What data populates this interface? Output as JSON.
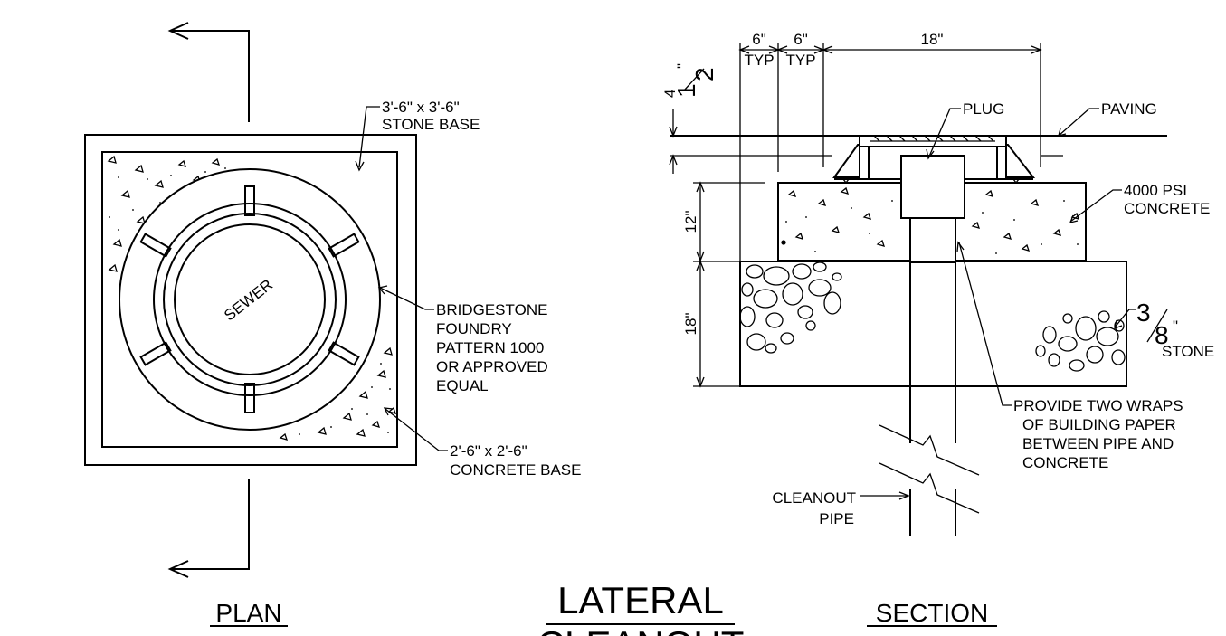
{
  "plan": {
    "title": "PLAN",
    "stone_base_label_1": "3'-6\" x 3'-6\"",
    "stone_base_label_2": "STONE BASE",
    "center_label": "SEWER",
    "frame_label": [
      "BRIDGESTONE",
      "FOUNDRY",
      "PATTERN 1000",
      "OR APPROVED",
      "EQUAL"
    ],
    "concrete_base_label_1": "2'-6\" x 2'-6\"",
    "concrete_base_label_2": "CONCRETE BASE"
  },
  "section": {
    "title": "SECTION",
    "dims": {
      "typ_6_a": "6\"",
      "typ_6_b": "6\"",
      "typ": "TYP",
      "top_18": "18\"",
      "four": "4",
      "half_num": "1",
      "half_den": "2",
      "inch_mark": "\"",
      "concrete_12": "12\"",
      "stone_18": "18\""
    },
    "plug_label": "PLUG",
    "paving_label": "PAVING",
    "concrete_label_1": "4000 PSI",
    "concrete_label_2": "CONCRETE",
    "stone_num": "3",
    "stone_den": "8",
    "stone_inch": "\"",
    "stone_word": "STONE",
    "paper_label": [
      "PROVIDE TWO WRAPS",
      "OF BUILDING PAPER",
      "BETWEEN PIPE AND",
      "CONCRETE"
    ],
    "cleanout_label_1": "CLEANOUT",
    "cleanout_label_2": "PIPE"
  },
  "title": {
    "line1": "LATERAL",
    "line2": "CLEANOUT"
  }
}
